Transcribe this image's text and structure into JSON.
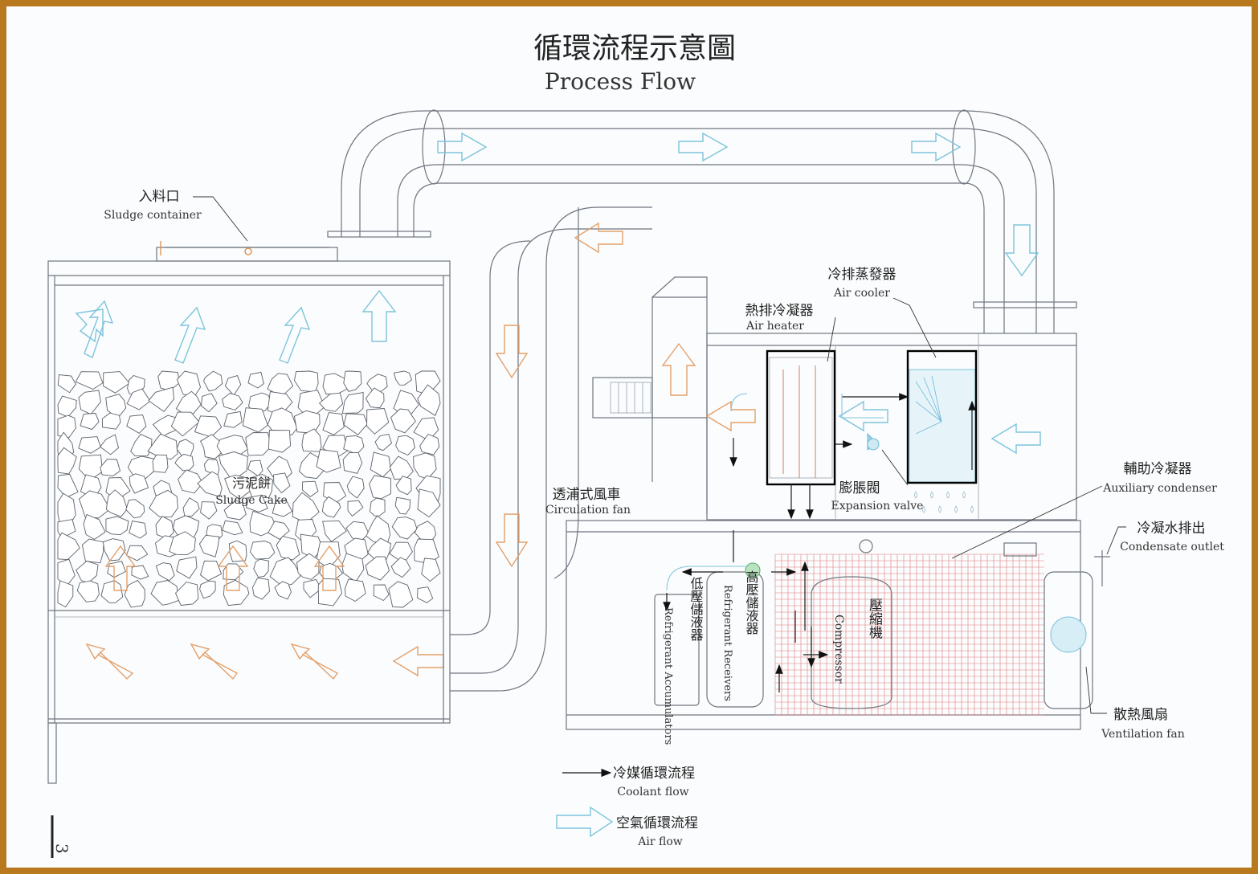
{
  "title": {
    "zh": "循環流程示意圖",
    "en": "Process Flow"
  },
  "labels": {
    "sludge_container": {
      "zh": "入料口",
      "en": "Sludge container"
    },
    "sludge_cake": {
      "zh": "污泥餅",
      "en": "Sludge Cake"
    },
    "circulation_fan": {
      "zh": "透浦式風車",
      "en": "Circulation fan"
    },
    "air_heater": {
      "zh": "熱排冷凝器",
      "en": "Air heater"
    },
    "air_cooler": {
      "zh": "冷排蒸發器",
      "en": "Air cooler"
    },
    "expansion_valve": {
      "zh": "膨脹閥",
      "en": "Expansion valve"
    },
    "auxiliary_condenser": {
      "zh": "輔助冷凝器",
      "en": "Auxiliary condenser"
    },
    "condensate_outlet": {
      "zh": "冷凝水排出",
      "en": "Condensate outlet"
    },
    "ventilation_fan": {
      "zh": "散熱風扇",
      "en": "Ventilation fan"
    },
    "accumulators": {
      "zh": "低壓儲液器",
      "en": "Refrigerant Accumulators"
    },
    "receivers": {
      "zh": "高壓儲液器",
      "en": "Refrigerant Receivers"
    },
    "compressor": {
      "zh": "壓縮機",
      "en": "Compressor"
    }
  },
  "legend": {
    "coolant": {
      "zh": "冷媒循環流程",
      "en": "Coolant flow"
    },
    "air": {
      "zh": "空氣循環流程",
      "en": "Air flow"
    }
  },
  "page_number": "3",
  "colors": {
    "frame": "#b8781e",
    "air_flow_blue": "#7cc4dc",
    "air_flow_orange": "#e3a06a",
    "coolant": "#1a1a1a"
  }
}
